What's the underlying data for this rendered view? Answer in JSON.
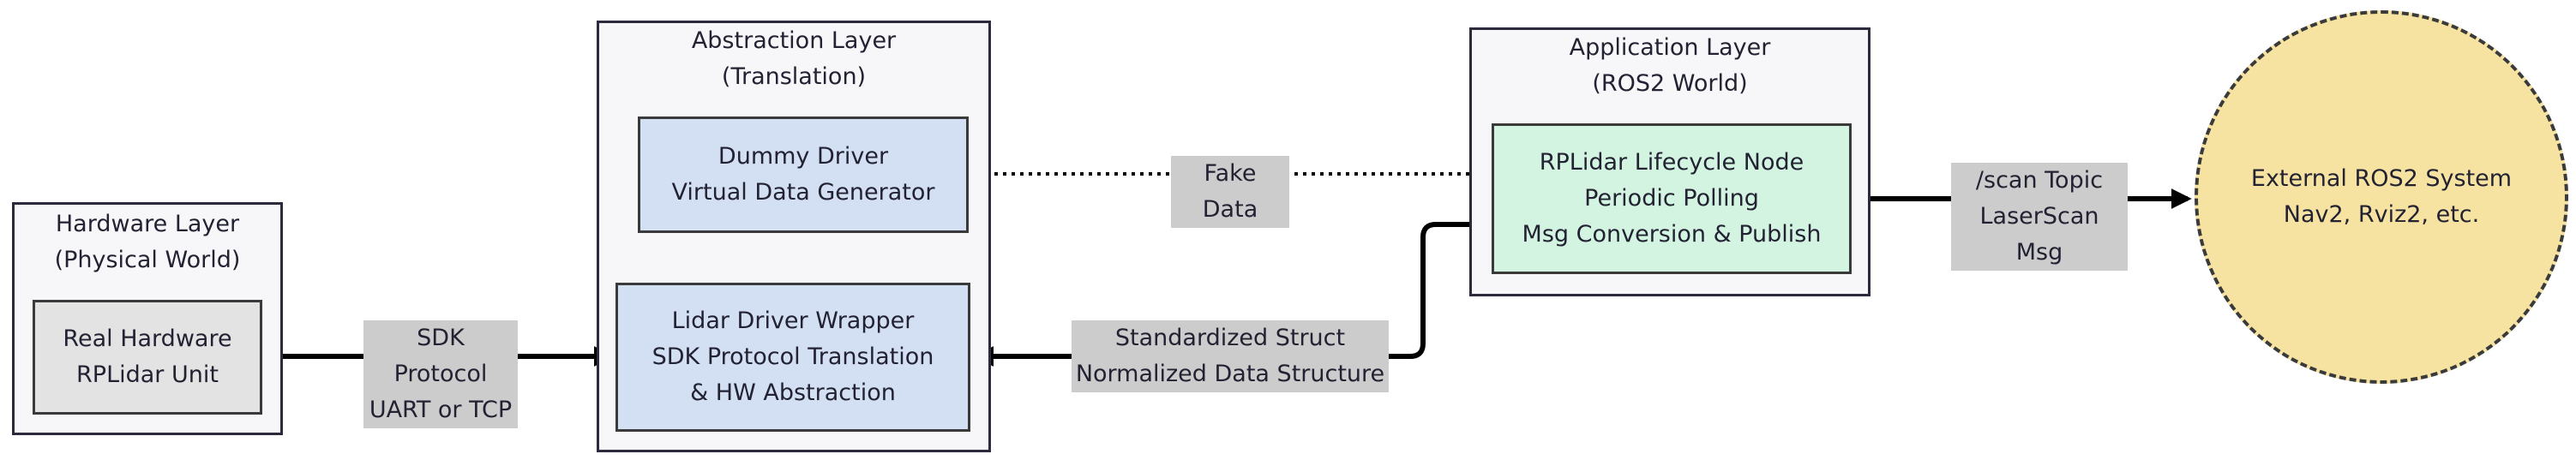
{
  "layers": {
    "hardware": {
      "title_1": "Hardware Layer",
      "title_2": "(Physical World)"
    },
    "abstraction": {
      "title_1": "Abstraction Layer",
      "title_2": "(Translation)"
    },
    "application": {
      "title_1": "Application Layer",
      "title_2": "(ROS2 World)"
    }
  },
  "nodes": {
    "real_hardware": {
      "line_1": "Real Hardware",
      "line_2": "RPLidar Unit",
      "fill": "#e3e3e3"
    },
    "dummy_driver": {
      "line_1": "Dummy Driver",
      "line_2": "Virtual Data Generator",
      "fill": "#d3e0f3"
    },
    "lidar_wrapper": {
      "line_1": "Lidar Driver Wrapper",
      "line_2": "SDK Protocol Translation",
      "line_3": "& HW Abstraction",
      "fill": "#d3e0f3"
    },
    "lifecycle_node": {
      "line_1": "RPLidar Lifecycle Node",
      "line_2": "Periodic Polling",
      "line_3": "Msg Conversion & Publish",
      "fill": "#d4f4e2"
    },
    "external": {
      "line_1": "External ROS2 System",
      "line_2": "Nav2, Rviz2, etc.",
      "fill": "#f6e3a1"
    }
  },
  "edges": {
    "sdk": {
      "line_1": "SDK Protocol",
      "line_2": "UART or TCP"
    },
    "fake": {
      "line_1": "Fake Data"
    },
    "struct": {
      "line_1": "Standardized Struct",
      "line_2": "Normalized Data Structure"
    },
    "scan": {
      "line_1": "/scan Topic",
      "line_2": "LaserScan Msg"
    }
  }
}
